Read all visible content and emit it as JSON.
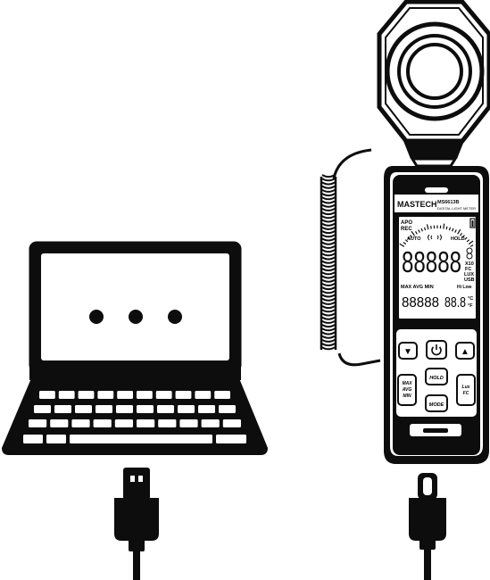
{
  "colors": {
    "ink": "#0d0d0d",
    "paper": "#ffffff",
    "lcd": "#ffffff"
  },
  "laptop": {
    "screen_glyph": "ellipsis-dots",
    "connector": "usb-a-connector"
  },
  "meter": {
    "brand": "MASTECH",
    "model": "MS6613B",
    "subtitle": "DIGITAL LIGHT METER",
    "lcd": {
      "apo": "APO",
      "rec": "REC",
      "auto": "AUTO",
      "hold": "HOLD",
      "main_digits": "88888",
      "unit_x10": "X10",
      "unit_fc": "FC",
      "unit_lux": "LUX",
      "unit_usb": "USB",
      "stats": "MAX AVG MIN",
      "hilow": "Hi Low",
      "sub_digits": "88888",
      "temp_digits": "88.8",
      "temp_c": "°C",
      "temp_f": "°F"
    },
    "buttons": {
      "down": "▼",
      "power": "⏻",
      "up": "▲",
      "hold": "HOLD",
      "max_avg_min": [
        "MAX",
        "AVG",
        "MIN"
      ],
      "mode": "MODE",
      "lux_fc": [
        "Lux",
        "FC"
      ]
    },
    "connector": "usb-c-connector"
  }
}
